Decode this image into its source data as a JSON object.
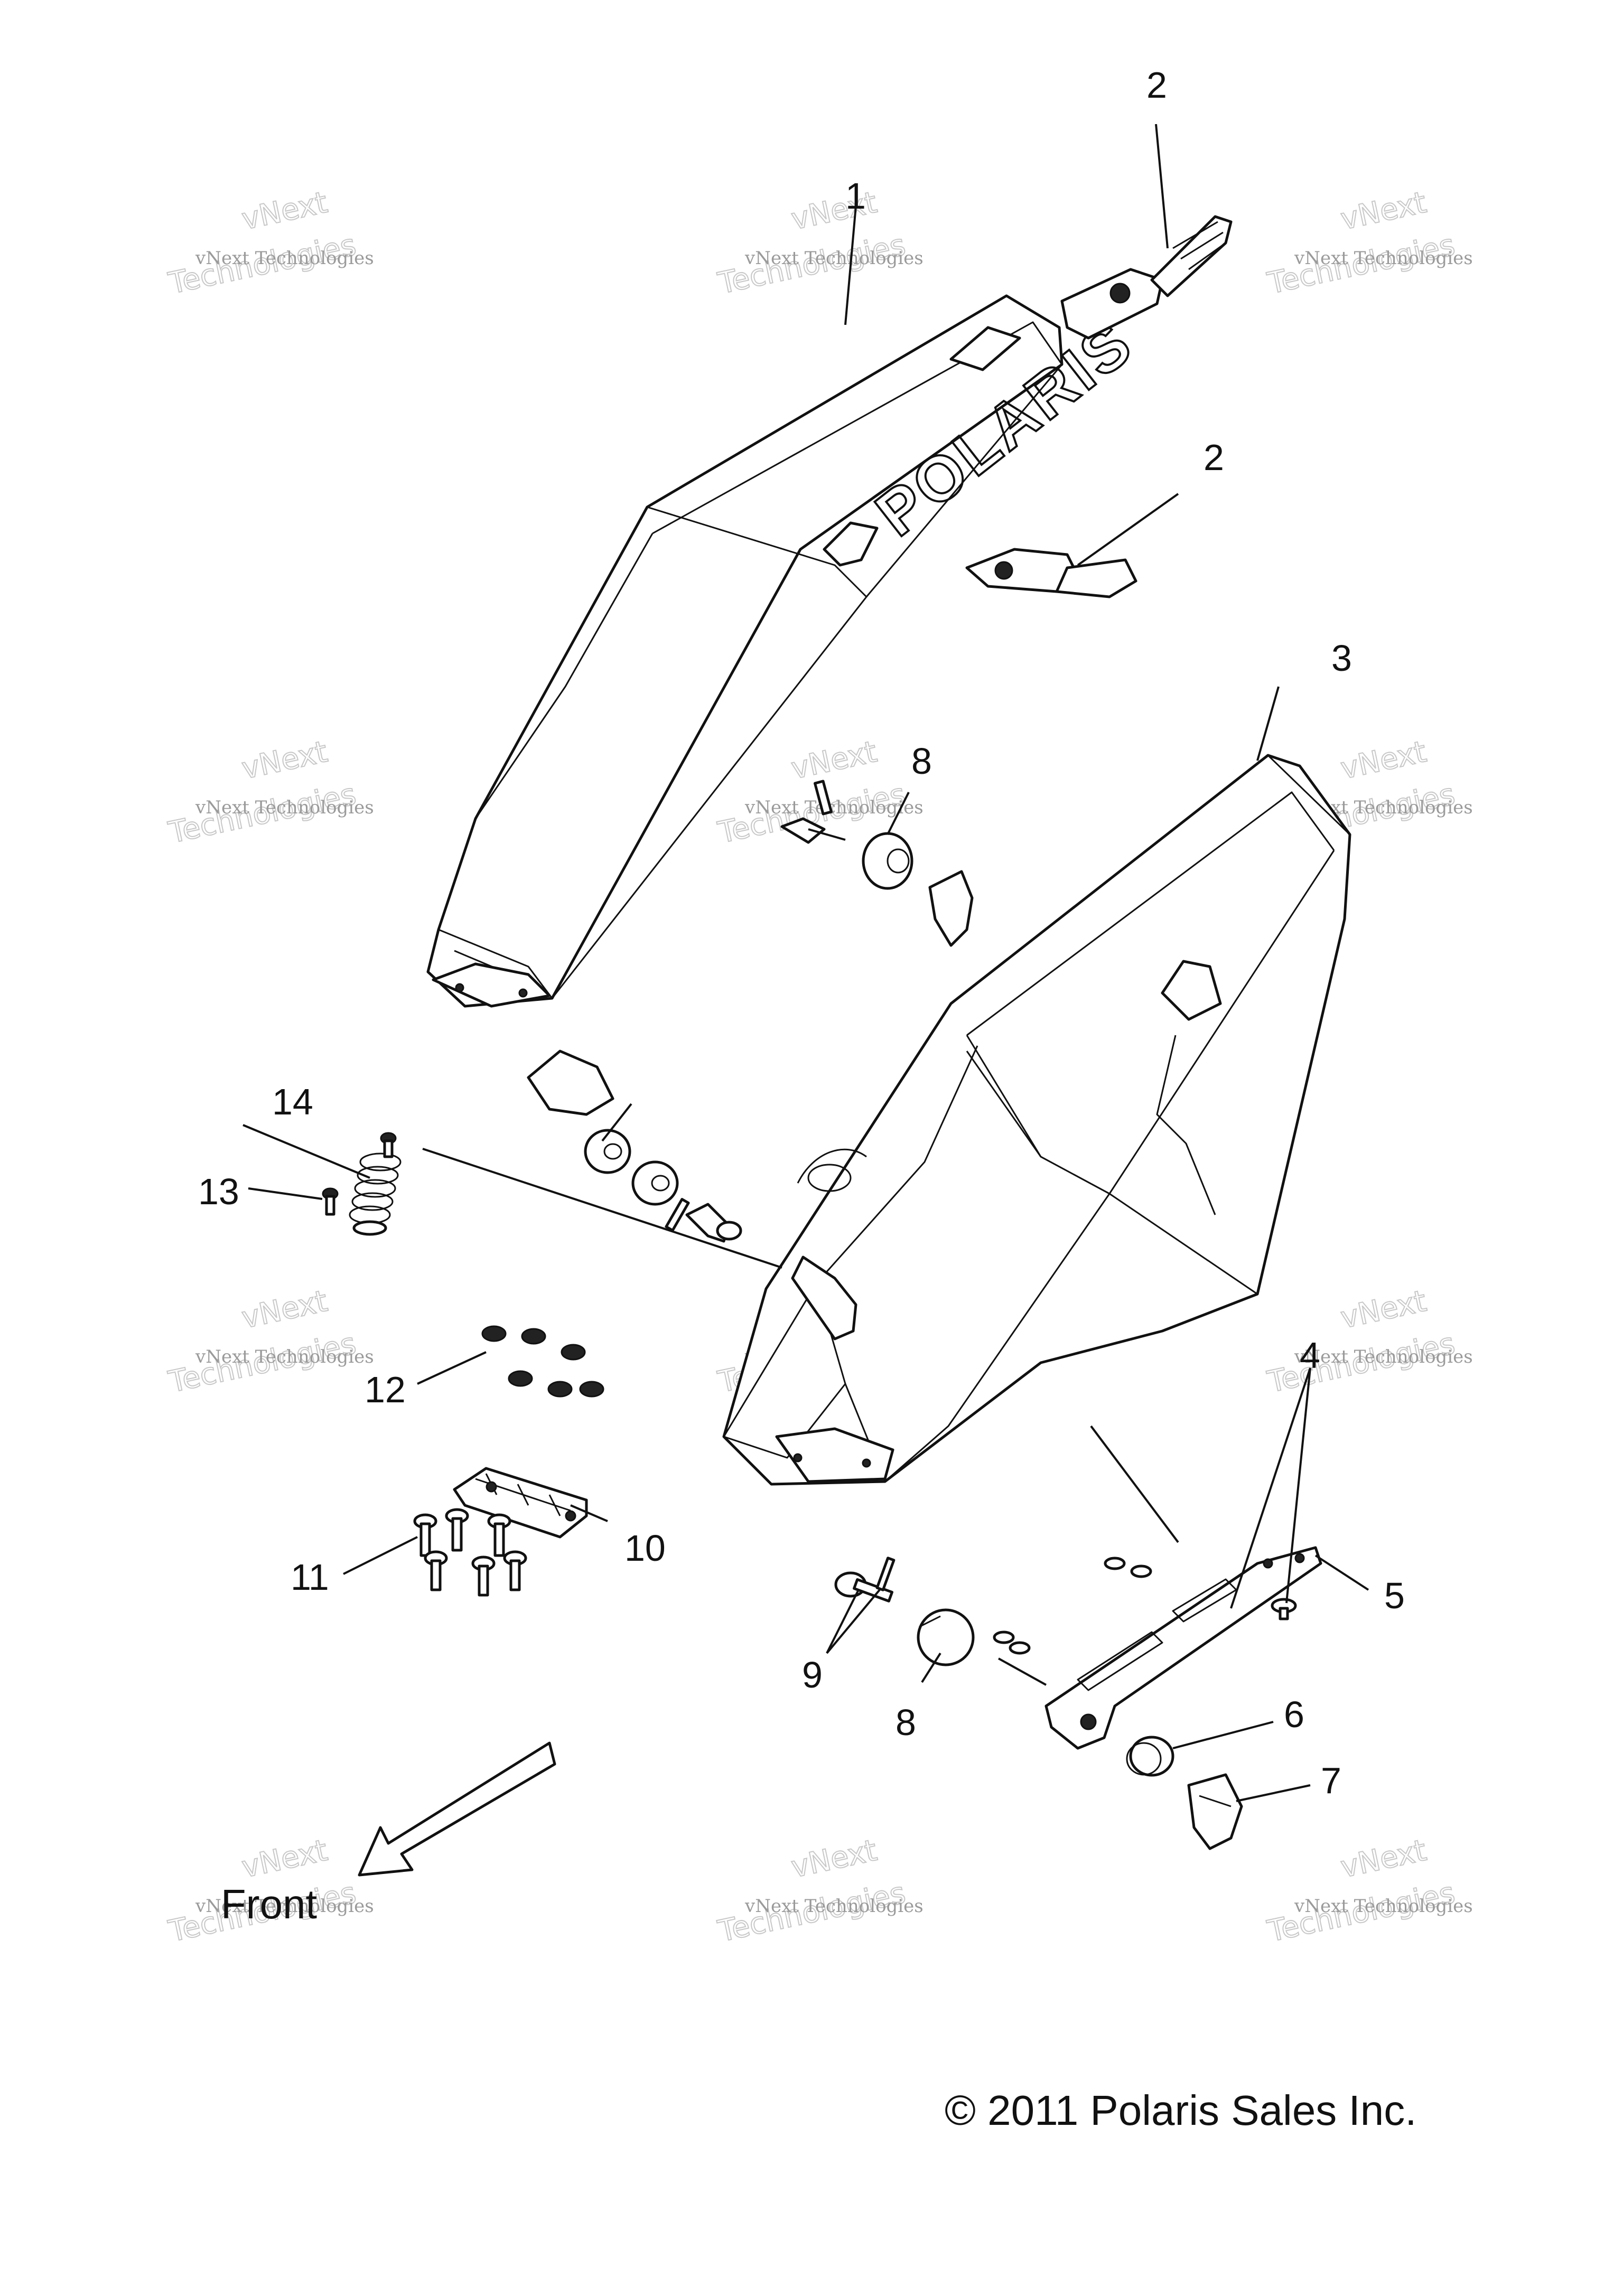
{
  "diagram": {
    "callouts": [
      "1",
      "2",
      "2",
      "3",
      "4",
      "5",
      "6",
      "7",
      "8",
      "8",
      "9",
      "10",
      "11",
      "12",
      "13",
      "14"
    ],
    "front_label": "Front",
    "copyright": "© 2011 Polaris Sales Inc.",
    "brand_logo": "POLARIS",
    "watermark": {
      "line1": "vNext Technologies",
      "line2": "vNext",
      "line3": "Technologies"
    }
  }
}
